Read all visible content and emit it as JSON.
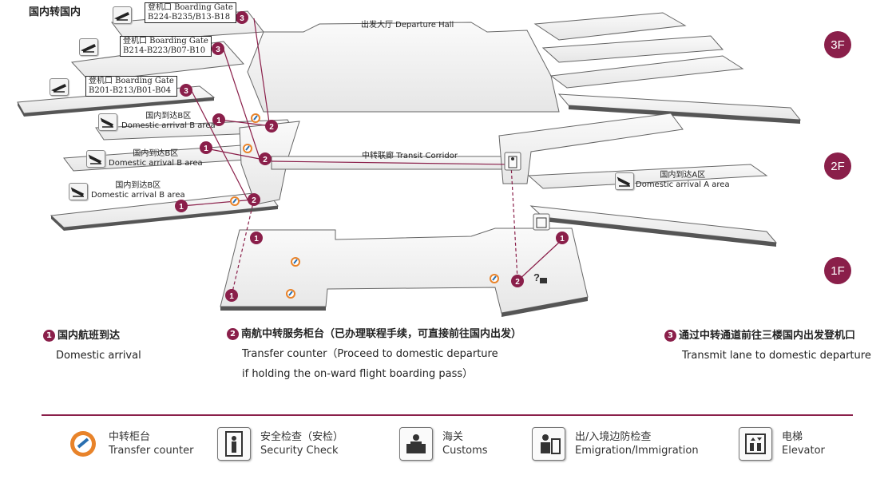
{
  "page_title": "国内转国内",
  "halls": {
    "departure": "出发大厅  Departure Hall",
    "corridor": "中转联廊  Transit Corridor"
  },
  "gates": [
    {
      "label": "登机口 Boarding Gate",
      "range": "B224-B235/B13-B18"
    },
    {
      "label": "登机口 Boarding Gate",
      "range": "B214-B223/B07-B10"
    },
    {
      "label": "登机口 Boarding Gate",
      "range": "B201-B213/B01-B04"
    }
  ],
  "arrival_areas": [
    {
      "zh": "国内到达B区",
      "en": "Domestic arrival B area"
    },
    {
      "zh": "国内到达B区",
      "en": "Domestic arrival B area"
    },
    {
      "zh": "国内到达B区",
      "en": "Domestic arrival B area"
    },
    {
      "zh": "国内到达A区",
      "en": "Domestic arrival A area"
    }
  ],
  "floors": [
    "3F",
    "2F",
    "1F"
  ],
  "steps": [
    {
      "num": "1",
      "zh": "国内航班到达",
      "en": "Domestic arrival"
    },
    {
      "num": "2",
      "zh": "南航中转服务柜台（已办理联程手续，可直接前往国内出发）",
      "en": "Transfer counter（Proceed to domestic departure",
      "en2": "if holding the on-ward flight boarding pass）"
    },
    {
      "num": "3",
      "zh": "通过中转通道前往三楼国内出发登机口",
      "en": "Transmit lane to domestic departure"
    }
  ],
  "legend": [
    {
      "zh": "中转柜台",
      "en": "Transfer counter",
      "icon": "transfer-counter-icon"
    },
    {
      "zh": "安全检查（安检）",
      "en": "Security Check",
      "icon": "security-check-icon"
    },
    {
      "zh": "海关",
      "en": "Customs",
      "icon": "customs-icon"
    },
    {
      "zh": "出/入境边防检查",
      "en": "Emigration/Immigration",
      "icon": "immigration-icon"
    },
    {
      "zh": "电梯",
      "en": "Elevator",
      "icon": "elevator-icon"
    }
  ],
  "colors": {
    "accent": "#8a1f4a",
    "floor_fill": "#f3f3f3",
    "floor_edge": "#555555",
    "route": "#8a1f4a",
    "counter": "#e8832a"
  }
}
